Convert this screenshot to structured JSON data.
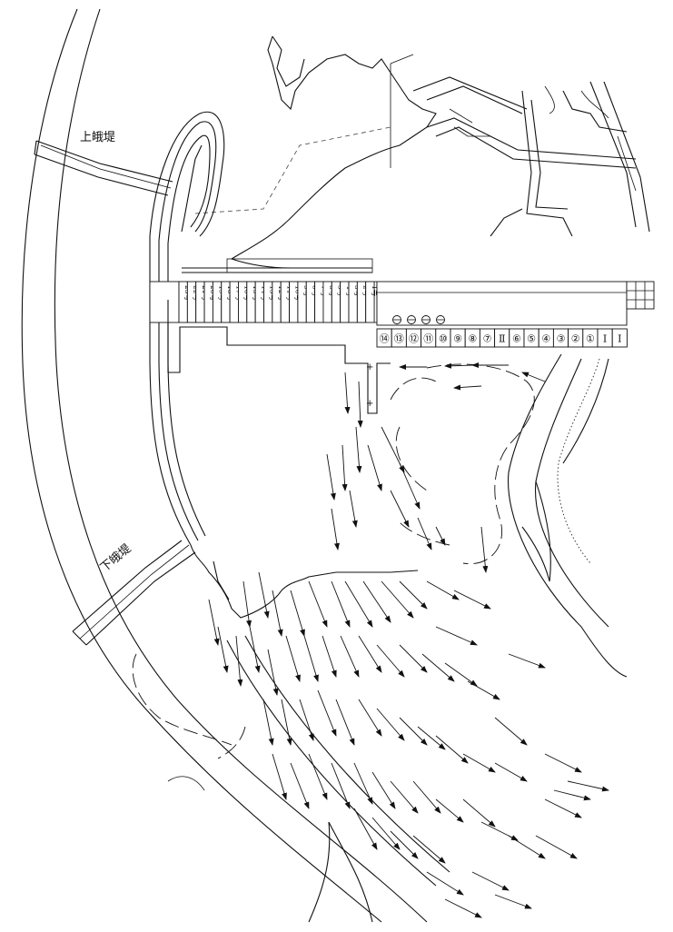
{
  "labels": {
    "upper_cofferdam": "上皒堤",
    "lower_cofferdam": "下皒堤"
  },
  "dam_sections": [
    "23号",
    "22号",
    "21号",
    "20号",
    "19号",
    "18号",
    "17号",
    "16号",
    "15号",
    "14号",
    "13号",
    "12号",
    "11号",
    "10号",
    "9号",
    "8号",
    "7号",
    "6号",
    "5号",
    "4号",
    "3号",
    "2号",
    "1号"
  ],
  "spillway_bays": [
    "⑭",
    "⑬",
    "⑫",
    "⑪",
    "⑩",
    "⑨",
    "⑧",
    "⑦",
    "Ⅱ",
    "⑥",
    "⑤",
    "④",
    "③",
    "②",
    "①",
    "Ⅰ",
    "Ⅰ"
  ],
  "circle_marks_count": 4
}
